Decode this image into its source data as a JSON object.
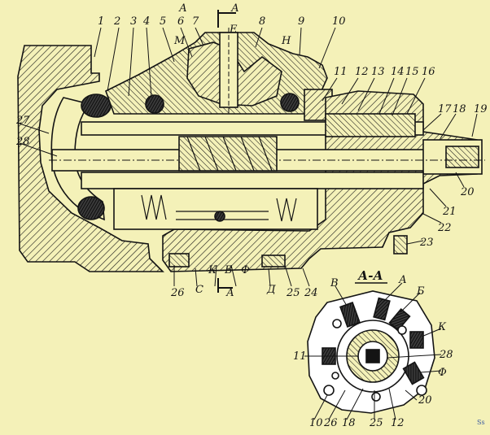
{
  "main_view": {
    "callouts": [
      "1",
      "2",
      "3",
      "4",
      "5",
      "6",
      "7",
      "8",
      "9",
      "10",
      "11",
      "12",
      "13",
      "14",
      "15",
      "16",
      "17",
      "18",
      "19",
      "20",
      "21",
      "22",
      "23",
      "24",
      "25",
      "26",
      "27",
      "28"
    ],
    "letters": [
      "А",
      "А",
      "Е",
      "М",
      "Н",
      "К",
      "В",
      "Ф",
      "С",
      "Д",
      "А"
    ]
  },
  "section_view": {
    "title": "А-А",
    "callouts": [
      "В",
      "А",
      "Б",
      "К",
      "11",
      "28",
      "Ф",
      "20",
      "10",
      "26",
      "18",
      "25",
      "12"
    ]
  },
  "watermark": "Ss",
  "colors": {
    "paper": "#f4f1b8",
    "ink": "#141414",
    "section_fill": "#ffffff"
  }
}
